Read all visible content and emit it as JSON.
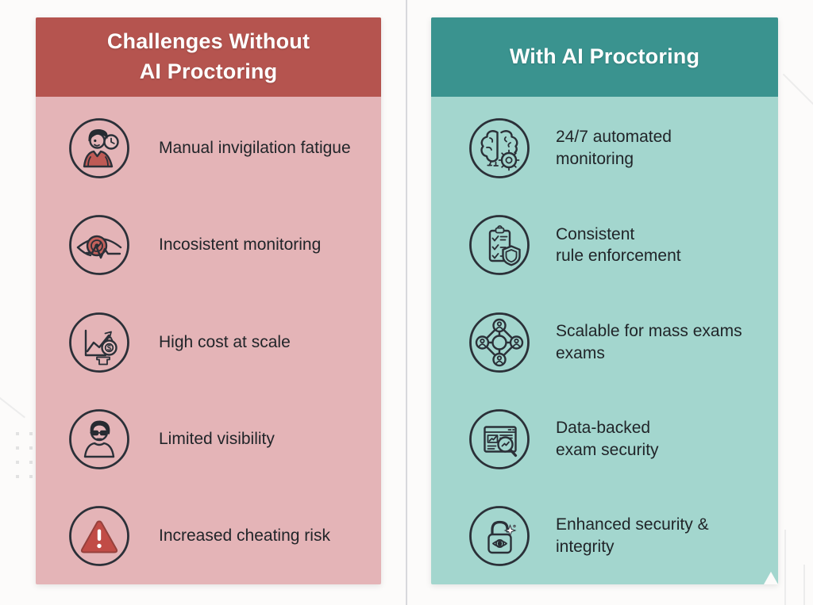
{
  "comparison": {
    "left": {
      "title": "Challenges Without\nAI Proctoring",
      "header_color": "#b5544f",
      "body_color": "#e4b4b7",
      "items": [
        {
          "icon": "person-clock-icon",
          "label": "Manual invigilation fatigue"
        },
        {
          "icon": "eye-waveform-icon",
          "label": "Incosistent monitoring"
        },
        {
          "icon": "rising-cost-chart-icon",
          "label": "High cost at scale"
        },
        {
          "icon": "person-glasses-icon",
          "label": "Limited visibility"
        },
        {
          "icon": "warning-triangle-icon",
          "label": "Increased cheating risk"
        }
      ]
    },
    "right": {
      "title": "With AI Proctoring",
      "header_color": "#3a938f",
      "body_color": "#a3d6ce",
      "items": [
        {
          "icon": "brain-gear-icon",
          "label": "24/7 automated\nmonitoring"
        },
        {
          "icon": "clipboard-shield-icon",
          "label": "Consistent\nrule enforcement"
        },
        {
          "icon": "network-users-icon",
          "label": "Scalable for mass exams\nexams"
        },
        {
          "icon": "document-magnifier-icon",
          "label": "Data-backed\nexam security"
        },
        {
          "icon": "lock-eye-icon",
          "label": "Enhanced security &\nintegrity"
        }
      ]
    }
  }
}
